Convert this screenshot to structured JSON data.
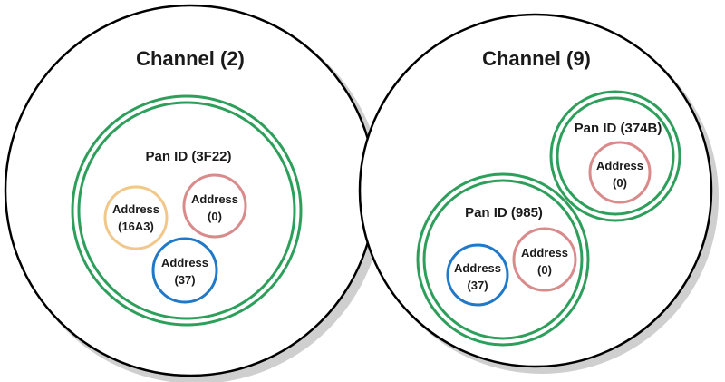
{
  "channels": [
    {
      "title": "Channel (2)",
      "pans": [
        {
          "title": "Pan ID (3F22)",
          "addresses": [
            {
              "line1": "Address",
              "line2": "(16A3)",
              "color": "#f2c88a"
            },
            {
              "line1": "Address",
              "line2": "(0)",
              "color": "#d98a8a"
            },
            {
              "line1": "Address",
              "line2": "(37)",
              "color": "#1f78c8"
            }
          ]
        }
      ]
    },
    {
      "title": "Channel (9)",
      "pans": [
        {
          "title": "Pan ID (374B)",
          "addresses": [
            {
              "line1": "Address",
              "line2": "(0)",
              "color": "#d98a8a"
            }
          ]
        },
        {
          "title": "Pan ID (985)",
          "addresses": [
            {
              "line1": "Address",
              "line2": "(37)",
              "color": "#1f78c8"
            },
            {
              "line1": "Address",
              "line2": "(0)",
              "color": "#d98a8a"
            }
          ]
        }
      ]
    }
  ],
  "colors": {
    "channel_stroke": "#000000",
    "pan_stroke": "#2e9e5b",
    "shadow": "#cfcfcf"
  }
}
